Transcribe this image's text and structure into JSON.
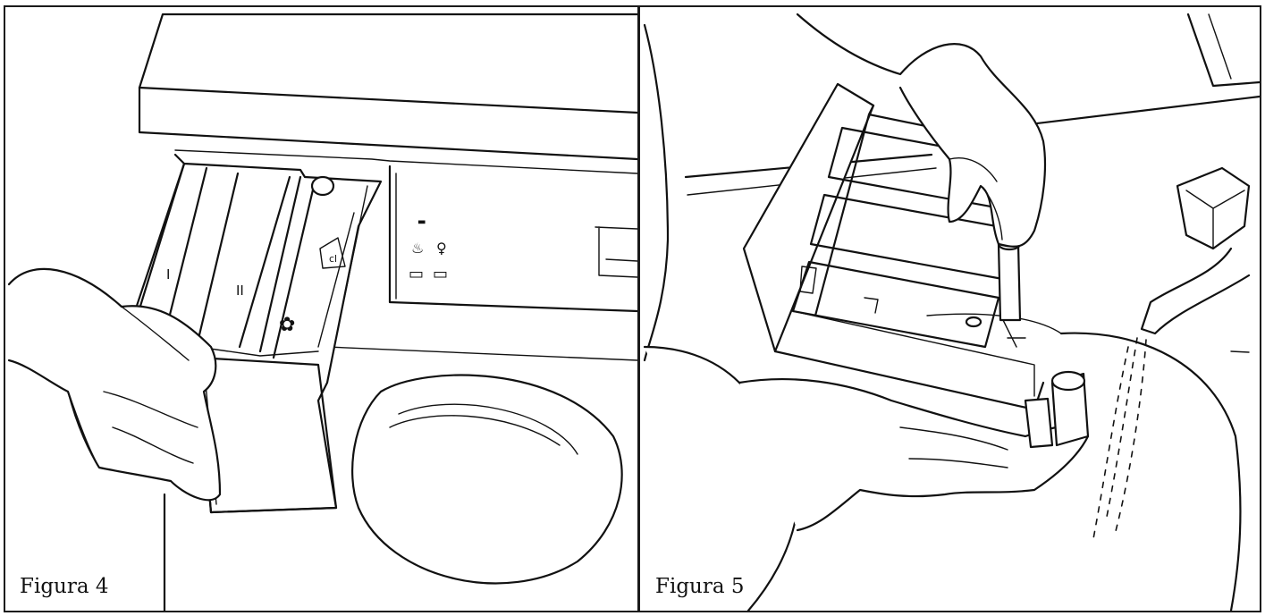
{
  "figures": [
    {
      "caption": "Figura 4",
      "drawer_marks": [
        "I",
        "II",
        "cl"
      ]
    },
    {
      "caption": "Figura 5"
    }
  ]
}
